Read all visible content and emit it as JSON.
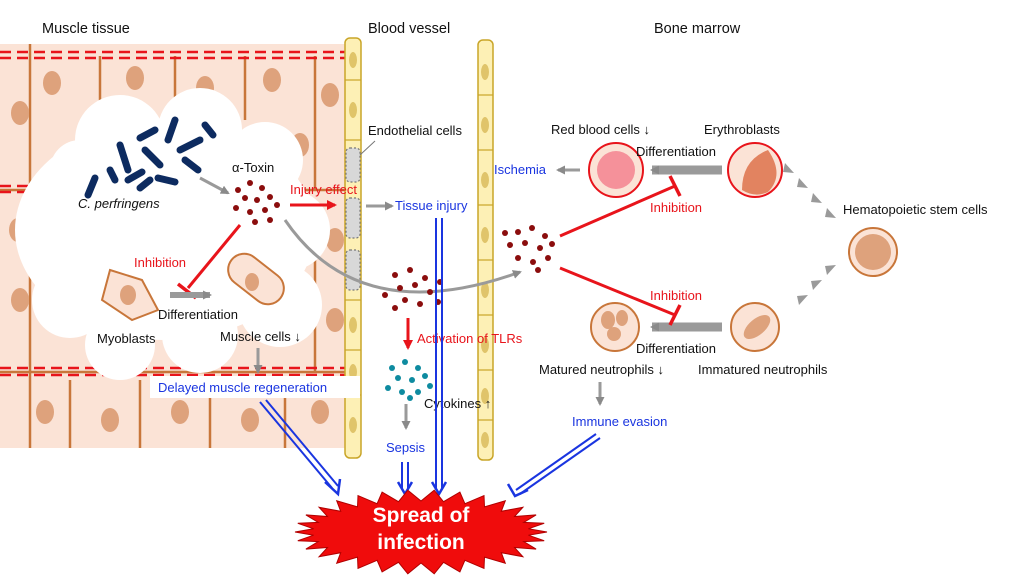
{
  "headers": {
    "muscle": "Muscle tissue",
    "vessel": "Blood vessel",
    "marrow": "Bone marrow"
  },
  "labels": {
    "bacteria": "C. perfringens",
    "toxin": "α-Toxin",
    "injury_effect": "Injury effect",
    "inhibition_myo": "Inhibition",
    "myoblasts": "Myoblasts",
    "differentiation_muscle": "Differentiation",
    "muscle_cells": "Muscle cells ↓",
    "delayed": "Delayed muscle regeneration",
    "endothelial": "Endothelial cells",
    "tissue_injury": "Tissue injury",
    "ischemia": "Ischemia",
    "activation": "Activation of TLRs",
    "cytokines": "Cytokines ↑",
    "sepsis": "Sepsis",
    "rbc": "Red blood cells ↓",
    "erythroblasts": "Erythroblasts",
    "differentiation_rbc": "Differentiation",
    "inhibition_rbc": "Inhibition",
    "hsc": "Hematopoietic stem cells",
    "inhibition_neut": "Inhibition",
    "differentiation_neut": "Differentiation",
    "matured": "Matured neutrophils ↓",
    "immatured": "Immatured neutrophils",
    "immune_evasion": "Immune evasion",
    "spread_line1": "Spread of",
    "spread_line2": "infection"
  },
  "colors": {
    "muscle_bg": "#fbe3d6",
    "muscle_nucleus": "#dea27c",
    "fiber_border": "#c8763a",
    "inhibit_red": "#e8141b",
    "effect_blue": "#1a35e0",
    "vessel_fill": "#fdf0b5",
    "vessel_stroke": "#c9a528",
    "flow_gray": "#9a9a9a",
    "bacteria": "#0d2b60",
    "toxin_dot": "#8b0d0d",
    "cytokine_dot": "#0e8ba0",
    "burst_fill": "#f00c0c"
  }
}
